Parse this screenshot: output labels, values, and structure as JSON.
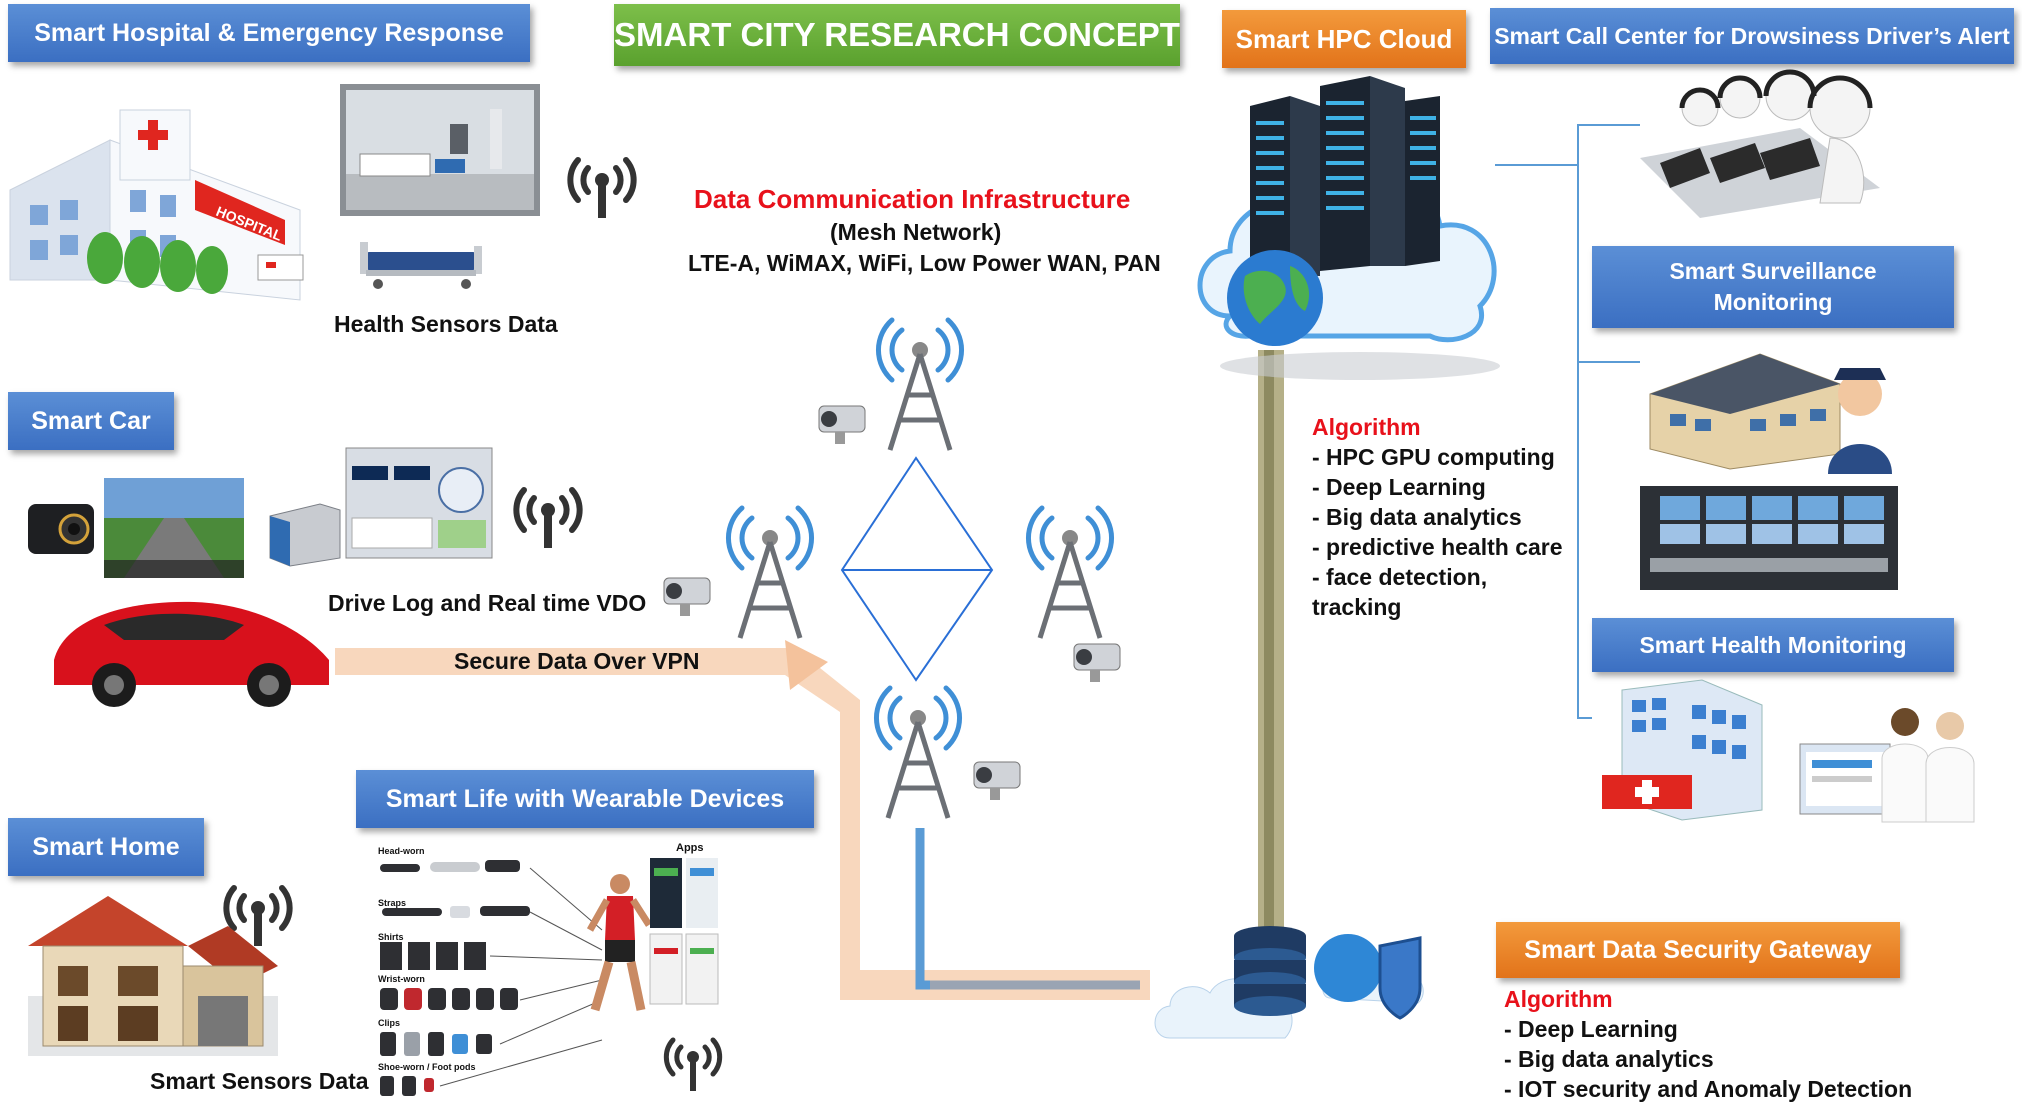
{
  "title": "SMART CITY RESEARCH CONCEPT",
  "sections": {
    "hospital": "Smart Hospital & Emergency Response",
    "car": "Smart Car",
    "home": "Smart Home",
    "wearable": "Smart Life with Wearable Devices",
    "hpc": "Smart HPC Cloud",
    "call_center": "Smart Call Center for Drowsiness Driver’s Alert",
    "surveillance_line1": "Smart  Surveillance",
    "surveillance_line2": "Monitoring",
    "health_monitoring": "Smart  Health Monitoring",
    "security_gateway": "Smart Data Security Gateway"
  },
  "labels": {
    "hospital_hospital_sign": "HOSPITAL",
    "health_sensors": "Health Sensors Data",
    "drive_log": "Drive Log and Real time VDO",
    "secure_vpn": "Secure Data Over VPN",
    "smart_sensors": "Smart Sensors Data",
    "wearable_apps": "Apps",
    "wearable_categories": [
      "Head-worn",
      "Straps",
      "Shirts",
      "Wrist-worn",
      "Clips",
      "Shoe-worn / Foot pods"
    ]
  },
  "infrastructure": {
    "title": "Data Communication Infrastructure",
    "subtitle": "(Mesh Network)",
    "protocols": "LTE-A, WiMAX, WiFi, Low Power WAN, PAN"
  },
  "hpc_algorithm": {
    "heading": "Algorithm",
    "items": [
      "- HPC GPU computing",
      "- Deep Learning",
      "- Big data analytics",
      "- predictive health care",
      "- face detection,",
      "tracking"
    ]
  },
  "gateway_algorithm": {
    "heading": "Algorithm",
    "items": [
      "- Deep Learning",
      "- Big data analytics",
      "- IOT security and Anomaly Detection"
    ]
  },
  "colors": {
    "blue_box": "#3b6fc2",
    "orange_box": "#e2731a",
    "green_box": "#5aa12e",
    "red_text": "#e8111b",
    "vpn_path": "#f7cfb0",
    "uplink": "#a8a57a",
    "mesh_line": "#2a6fd6",
    "connector": "#5a9bd5"
  }
}
